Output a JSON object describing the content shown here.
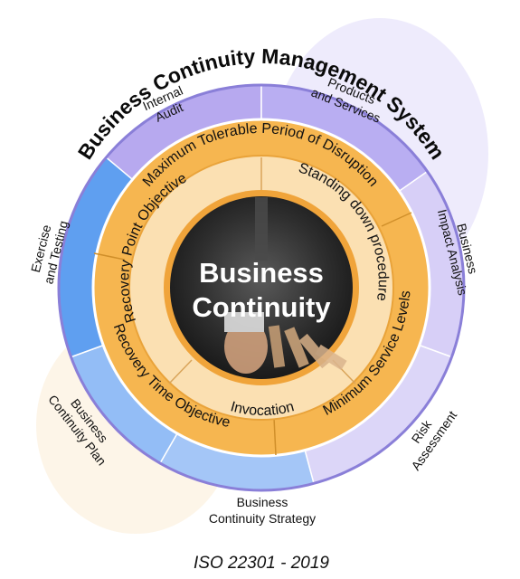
{
  "title": "Business Continuity Management System",
  "footer": "ISO 22301 - 2019",
  "center": {
    "line1": "Business",
    "line2": "Continuity"
  },
  "outer_segments": [
    {
      "lines": [
        "Internal",
        "Audit"
      ],
      "color": "#b7a9ef"
    },
    {
      "lines": [
        "Products",
        "and Services"
      ],
      "color": "#b9aef2"
    },
    {
      "lines": [
        "Business",
        "Impact Analysis"
      ],
      "color": "#d7cff7"
    },
    {
      "lines": [
        "Risk",
        "Assessment"
      ],
      "color": "#dcd6f8"
    },
    {
      "lines": [
        "Business",
        "Continuity Strategy"
      ],
      "color": "#a4c6f7"
    },
    {
      "lines": [
        "Business",
        "Continuity Plan"
      ],
      "color": "#93bdf6"
    },
    {
      "lines": [
        "Exercise",
        "and Testing"
      ],
      "color": "#5f9ff0"
    }
  ],
  "middle_ring": [
    "Maximum Tolerable Period of Disruption",
    "Minimum Service Levels",
    "Recovery Time Objective"
  ],
  "inner_ring": [
    "Recovery Point Objective",
    "Standing down procedure",
    "Invocation"
  ],
  "colors": {
    "ring_orange": "#f6b650",
    "ring_orange_dark": "#e9a33a",
    "inner_ring": "#fbe0b2",
    "center_dark": "#2a2a2a",
    "outer_rim": "#8a7fd8"
  }
}
